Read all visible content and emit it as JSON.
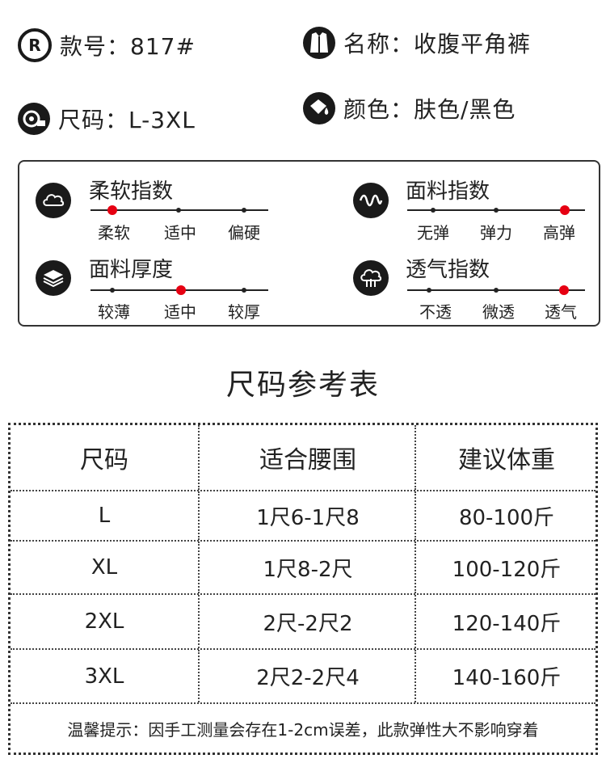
{
  "product": {
    "style_no": "款号：817#",
    "name": "名称：收腹平角裤",
    "size": "尺码：L-3XL",
    "color": "颜色：肤色/黑色",
    "registered_mark": "R"
  },
  "indices": [
    {
      "title": "柔软指数",
      "icon": "cloud-icon",
      "options": [
        "柔软",
        "适中",
        "偏硬"
      ],
      "selected": 0
    },
    {
      "title": "面料指数",
      "icon": "wave-icon",
      "options": [
        "无弹",
        "弹力",
        "高弹"
      ],
      "selected": 2
    },
    {
      "title": "面料厚度",
      "icon": "layers-icon",
      "options": [
        "较薄",
        "适中",
        "较厚"
      ],
      "selected": 1
    },
    {
      "title": "透气指数",
      "icon": "breathable-icon",
      "options": [
        "不透",
        "微透",
        "透气"
      ],
      "selected": 2
    }
  ],
  "size_table": {
    "title": "尺码参考表",
    "headers": [
      "尺码",
      "适合腰围",
      "建议体重"
    ],
    "rows": [
      [
        "L",
        "1尺6-1尺8",
        "80-100斤"
      ],
      [
        "XL",
        "1尺8-2尺",
        "100-120斤"
      ],
      [
        "2XL",
        "2尺-2尺2",
        "120-140斤"
      ],
      [
        "3XL",
        "2尺2-2尺4",
        "140-160斤"
      ]
    ],
    "note": "温馨提示：因手工测量会存在1-2cm误差，此款弹性大不影响穿着"
  },
  "colors": {
    "accent": "#e60012",
    "dark": "#1a1a1a"
  }
}
